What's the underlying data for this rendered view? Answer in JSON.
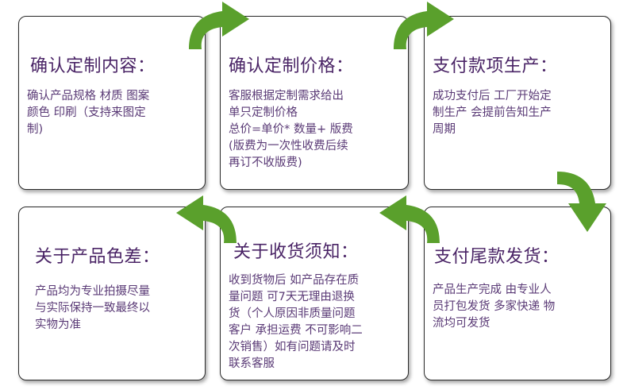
{
  "steps": [
    {
      "title": "确认定制内容：",
      "lines": [
        "确认产品规格 材质 图案",
        "颜色  印刷（支持来图定",
        "制)"
      ]
    },
    {
      "title": "确认定制价格：",
      "lines": [
        "客服根据定制需求给出",
        "单只定制价格",
        "总价=单价* 数量+ 版费",
        "(版费为一次性收费后续",
        "再订不收版费)"
      ]
    },
    {
      "title": "支付款项生产：",
      "lines": [
        "成功支付后  工厂开始定",
        "制生产 会提前告知生产",
        "周期"
      ]
    },
    {
      "title": "关于产品色差：",
      "lines": [
        "产品均为专业拍摄尽量",
        "与实际保持一致最终以",
        "实物为准"
      ]
    },
    {
      "title": "关于收货须知：",
      "lines": [
        "收到货物后  如产品存在质",
        "量问题  可7天无理由退换",
        "货（个人原因非质量问题",
        "客户 承担运费  不可影响二",
        "次销售）如有问题请及时",
        "联系客服"
      ]
    },
    {
      "title": "支付尾款发货：",
      "lines": [
        "产品生产完成  由专业人",
        "员打包发货 多家快递  物",
        "流均可发货"
      ]
    }
  ],
  "colors": {
    "arrow": "#5aa02c",
    "title": "#4a2466",
    "body": "#5a3a76",
    "border": "#2a2a2a"
  },
  "arrows": [
    "curved-arrow-right-icon",
    "curved-arrow-right-icon",
    "curved-arrow-down-icon",
    "curved-arrow-left-icon",
    "curved-arrow-left-icon"
  ]
}
